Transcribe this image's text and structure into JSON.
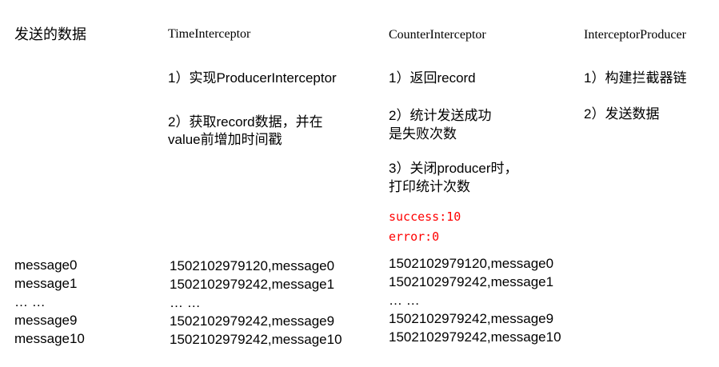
{
  "headers": {
    "sent_data": "发送的数据",
    "time_interceptor": "TimeInterceptor",
    "counter_interceptor": "CounterInterceptor",
    "interceptor_producer": "InterceptorProducer"
  },
  "time_interceptor_steps": {
    "step1": "1）实现ProducerInterceptor",
    "step2_line1": "2）获取record数据，并在",
    "step2_line2": "value前增加时间戳"
  },
  "counter_interceptor_steps": {
    "step1": "1）返回record",
    "step2_line1": "2）统计发送成功",
    "step2_line2": "是失败次数",
    "step3_line1": "3）关闭producer时，",
    "step3_line2": "打印统计次数"
  },
  "counter_output": {
    "success": "success:10",
    "error": "error:0"
  },
  "producer_steps": {
    "step1": "1）构建拦截器链",
    "step2": "2）发送数据"
  },
  "sent_messages": [
    "message0",
    "message1",
    "… …",
    "message9",
    "message10"
  ],
  "time_interceptor_messages": [
    "1502102979120,message0",
    "1502102979242,message1",
    "… …",
    "1502102979242,message9",
    "1502102979242,message10"
  ],
  "counter_interceptor_messages": [
    "1502102979120,message0",
    "1502102979242,message1",
    "… …",
    "1502102979242,message9",
    "1502102979242,message10"
  ],
  "colors": {
    "highlight": "#ff0000"
  }
}
